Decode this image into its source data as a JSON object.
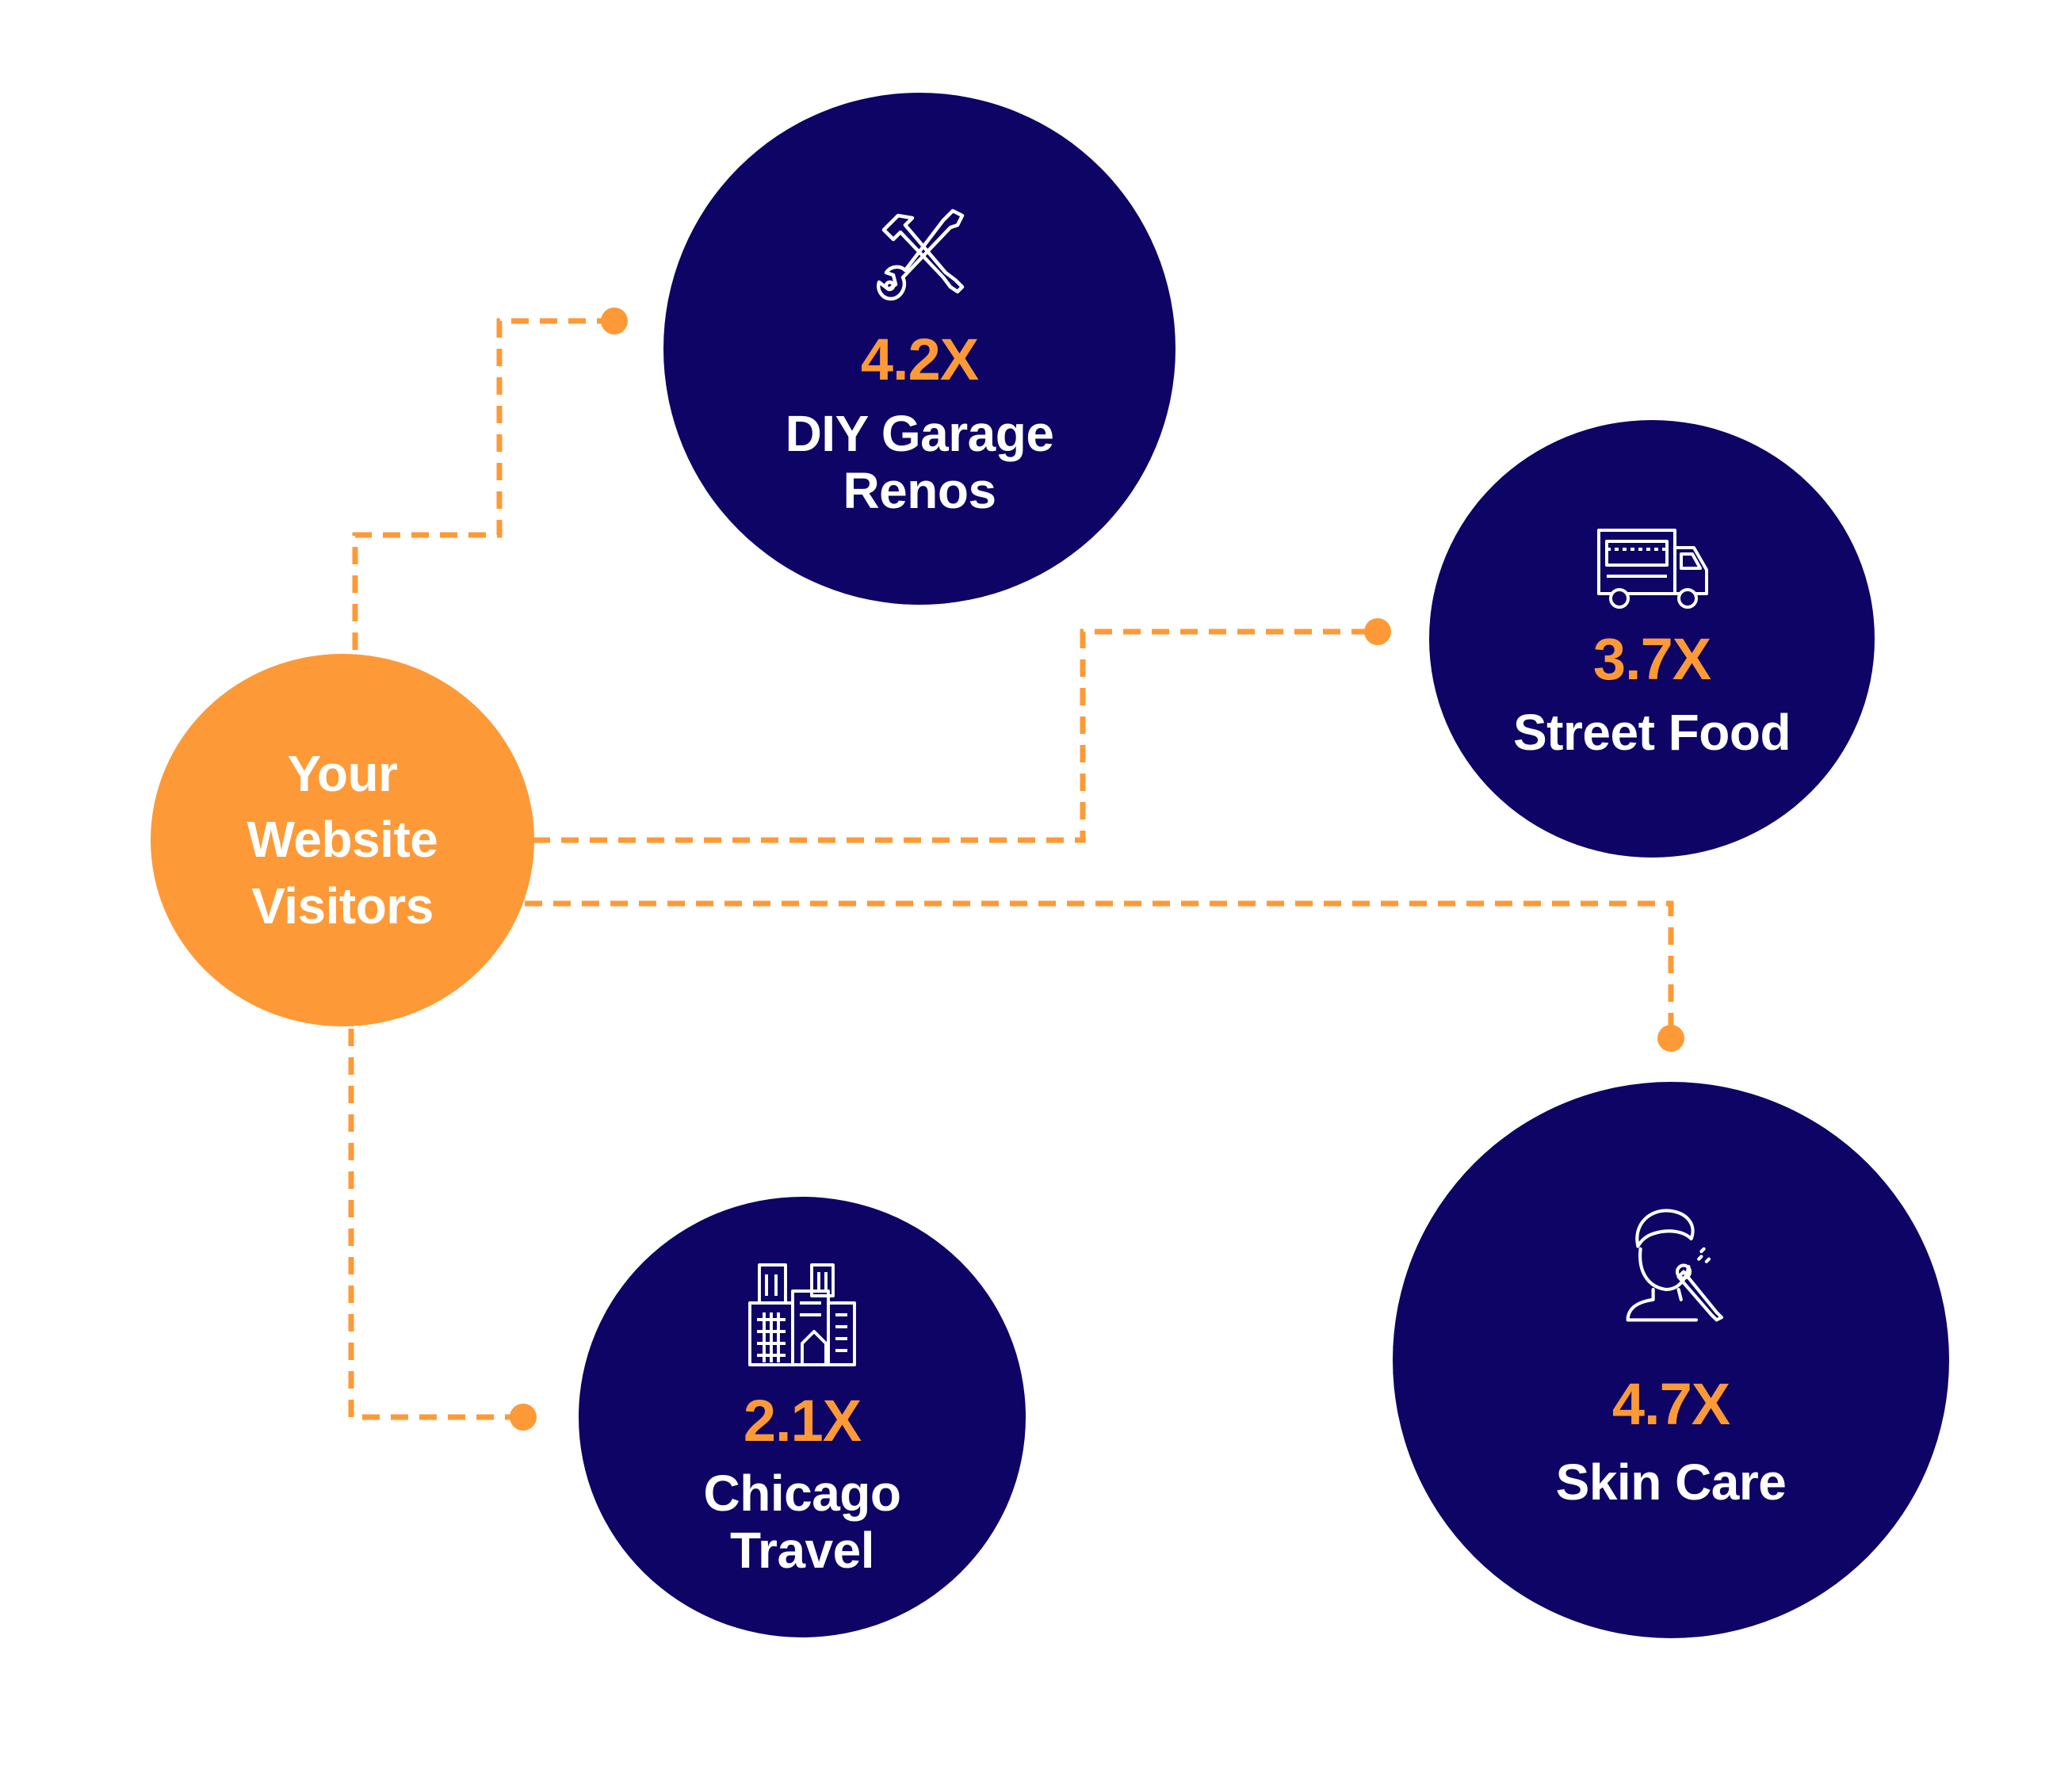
{
  "hub": {
    "label_line1": "Your",
    "label_line2": "Website",
    "label_line3": "Visitors"
  },
  "nodes": [
    {
      "id": "diy",
      "multiplier": "4.2X",
      "label_line1": "DIY Garage",
      "label_line2": "Renos",
      "icon": "hammer-wrench-icon"
    },
    {
      "id": "street-food",
      "multiplier": "3.7X",
      "label_line1": "Street Food",
      "icon": "food-truck-icon"
    },
    {
      "id": "chicago",
      "multiplier": "2.1X",
      "label_line1": "Chicago",
      "label_line2": "Travel",
      "icon": "city-buildings-icon"
    },
    {
      "id": "skin-care",
      "multiplier": "4.7X",
      "label_line1": "Skin Care",
      "icon": "face-roller-icon"
    }
  ],
  "colors": {
    "navy": "#0d0466",
    "orange": "#fd9a37",
    "white": "#ffffff"
  }
}
